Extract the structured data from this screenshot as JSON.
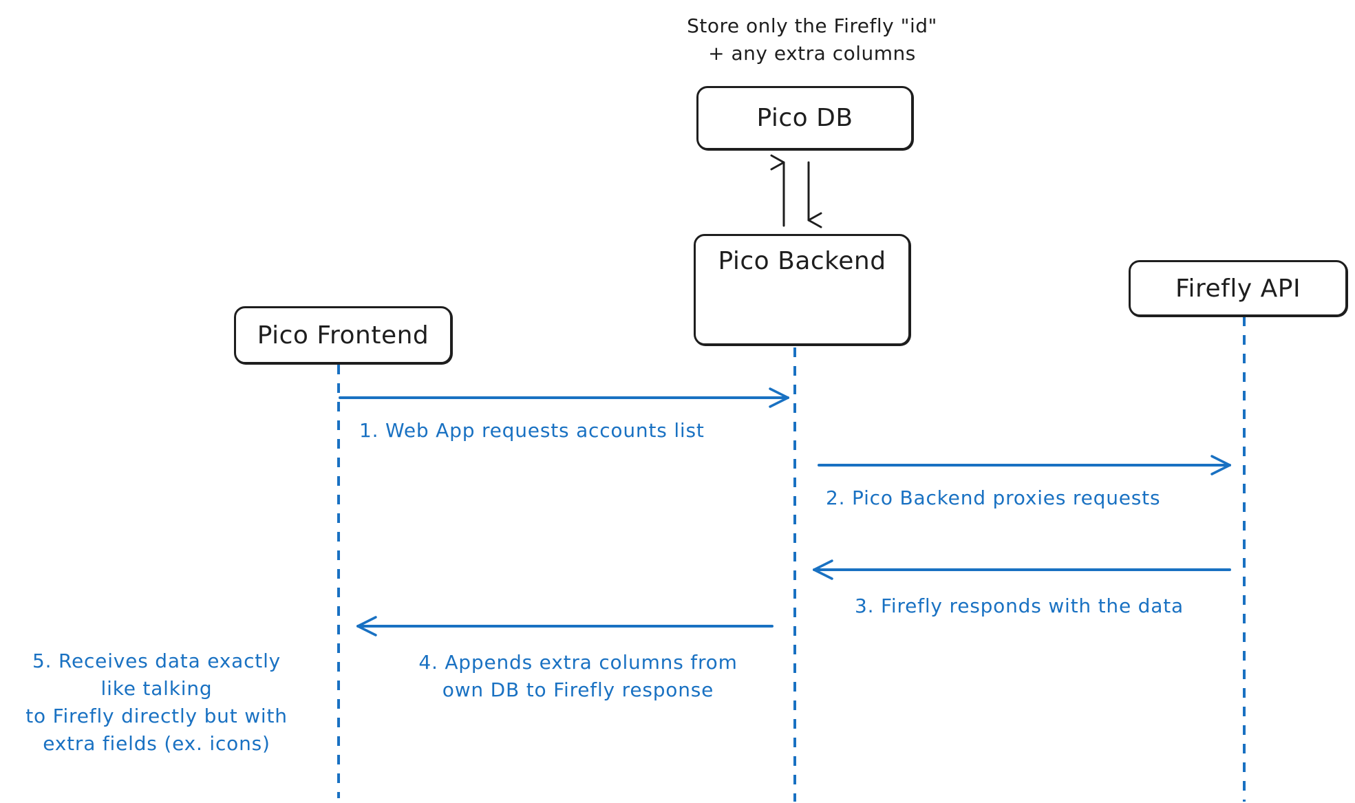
{
  "colors": {
    "ink": "#1e1e1e",
    "flow": "#1971c2",
    "background": "#ffffff"
  },
  "participants": {
    "pico_db": "Pico DB",
    "pico_backend": "Pico Backend",
    "firefly_api": "Firefly API",
    "pico_frontend": "Pico Frontend"
  },
  "db_note": "Store only the Firefly \"id\"\n+ any extra columns",
  "steps": [
    {
      "label": "1. Web App requests accounts list",
      "from": "pico_frontend",
      "to": "pico_backend"
    },
    {
      "label": "2. Pico Backend proxies requests",
      "from": "pico_backend",
      "to": "firefly_api"
    },
    {
      "label": "3. Firefly responds with the data",
      "from": "firefly_api",
      "to": "pico_backend"
    },
    {
      "label": "4. Appends extra columns from\nown DB to Firefly response",
      "from": "pico_backend",
      "to": "pico_frontend"
    },
    {
      "label": "5. Receives data exactly\nlike talking\nto Firefly directly but with\nextra fields (ex. icons)",
      "at": "pico_frontend"
    }
  ]
}
